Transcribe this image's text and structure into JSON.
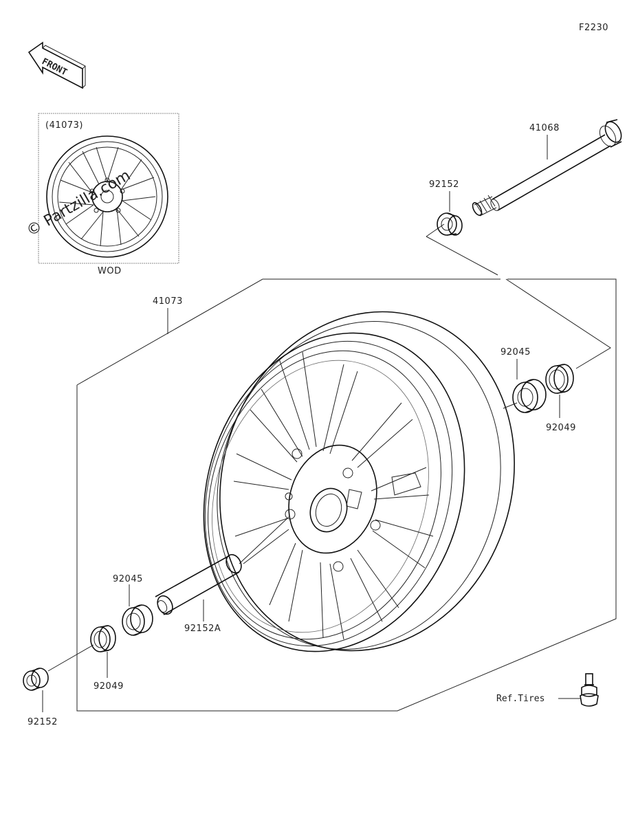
{
  "figure_code": "F2230",
  "front_label": "FRONT",
  "watermark": "© Partzilla.com",
  "inset": {
    "part_number": "(41073)",
    "caption": "WOD"
  },
  "callouts": {
    "wheel": "41073",
    "axle": "41068",
    "collar_top": "92152",
    "bearing_right": "92045",
    "seal_right": "92049",
    "bearing_left": "92045",
    "spacer": "92152A",
    "seal_left": "92049",
    "collar_left": "92152",
    "valve": "Ref.Tires"
  },
  "colors": {
    "ink": "#222222",
    "background": "#ffffff"
  }
}
